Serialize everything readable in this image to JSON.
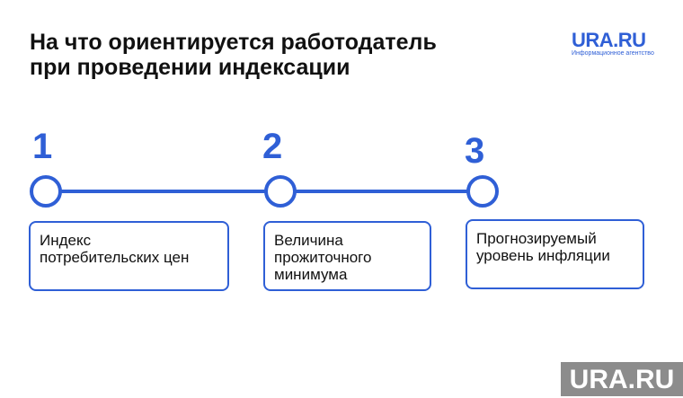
{
  "title": [
    "На что ориентируется работодатель",
    "при проведении индексации"
  ],
  "logo": {
    "name": "URA.RU",
    "tagline": "Информационное агентство"
  },
  "steps": [
    {
      "number": "1",
      "text": "Индекс потребительских цен"
    },
    {
      "number": "2",
      "text": "Величина прожиточного минимума"
    },
    {
      "number": "3",
      "text": "Прогнозируемый уровень инфляции"
    }
  ],
  "watermark": "URA.RU",
  "colors": {
    "accent": "#2f5fd6"
  }
}
